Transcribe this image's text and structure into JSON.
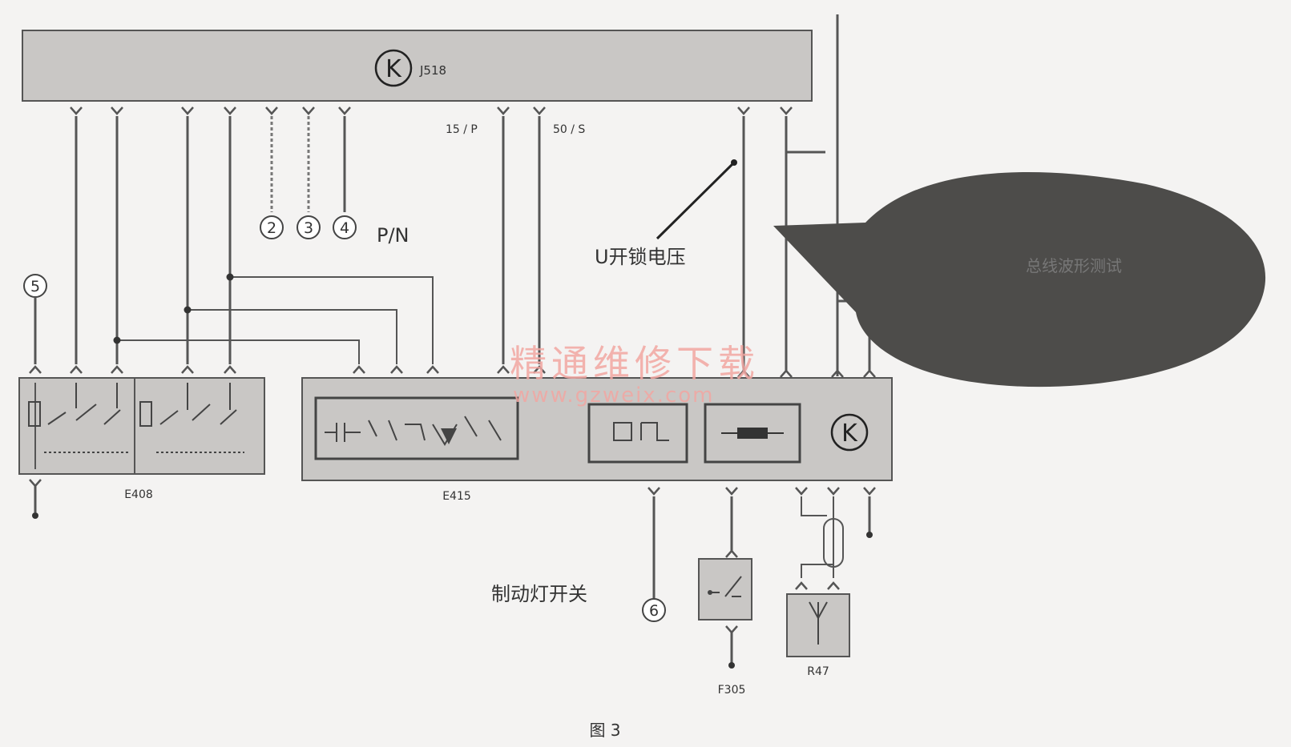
{
  "modules": {
    "j518": "J518",
    "e408": "E408",
    "e415": "E415",
    "f305": "F305",
    "r47": "R47",
    "k_symbol": "K"
  },
  "pins": {
    "p15": "15 / P",
    "p50": "50 / S"
  },
  "connectors": [
    "2",
    "3",
    "4",
    "5",
    "6"
  ],
  "labels": {
    "pn": "P/N",
    "unlock_voltage": "U开锁电压",
    "bus_waveform": "总线波形测试",
    "brake_switch": "制动灯开关",
    "caption": "图 3"
  },
  "watermark": {
    "text": "精通维修下载",
    "url": "www.gzweix.com"
  },
  "colors": {
    "module_fill": "#c9c7c5",
    "wire": "#555555",
    "callout": "#4d4c4a",
    "watermark": "#f2a7a2",
    "background": "#f4f3f2"
  }
}
